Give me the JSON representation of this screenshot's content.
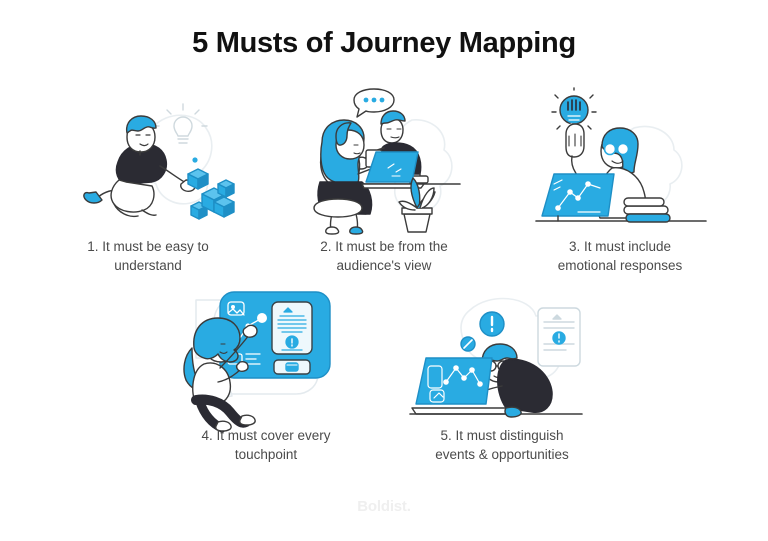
{
  "page": {
    "title": "5 Musts of Journey Mapping",
    "background_color": "#ffffff",
    "accent_color": "#29abe2",
    "accent_dark_color": "#1e8fc6",
    "ink_color": "#3b3b3b",
    "dark_fill_color": "#2b2b33",
    "caption_color": "#4b4b4b",
    "footer_logo": "Boldist."
  },
  "items": [
    {
      "number": "1.",
      "caption": "1.  It must be easy to understand",
      "caption_line1": "1.  It must be easy to",
      "caption_line2": "understand",
      "illustration_name": "person-stacking-blocks-illustration",
      "illustration_alt": "Person kneeling and stacking blue blocks with a lightbulb"
    },
    {
      "number": "2.",
      "caption": "2. It must be from the audience's view",
      "caption_line1": "2. It must be from the",
      "caption_line2": "audience's view",
      "illustration_name": "two-people-at-laptop-illustration",
      "illustration_alt": "Two people at a counter talking over a laptop with a plant"
    },
    {
      "number": "3.",
      "caption": "3. It must include emotional responses",
      "caption_line1": "3. It must include",
      "caption_line2": "emotional responses",
      "illustration_name": "person-with-idea-illustration",
      "illustration_alt": "Person with glasses raising finger beneath a lightbulb beside a laptop and books"
    },
    {
      "number": "4.",
      "caption": "4. It must cover every touchpoint",
      "caption_line1": "4. It must cover every",
      "caption_line2": "touchpoint",
      "illustration_name": "person-using-touchscreen-illustration",
      "illustration_alt": "Person seated touching a large blue touchscreen interface"
    },
    {
      "number": "5.",
      "caption": "5. It must distinguish events & opportunities",
      "caption_line1": "5. It must distinguish",
      "caption_line2": "events & opportunities",
      "illustration_name": "person-analyzing-alerts-illustration",
      "illustration_alt": "Person at laptop with chart and alert notification badges"
    }
  ]
}
